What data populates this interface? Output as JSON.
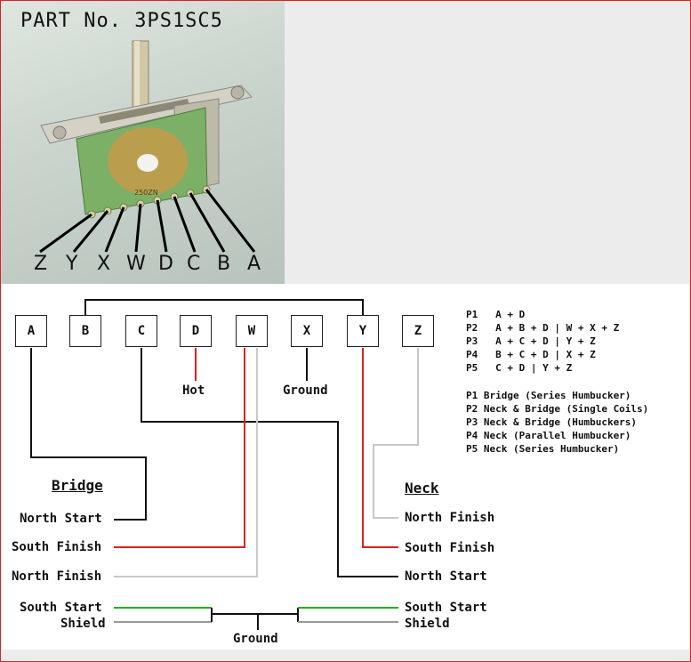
{
  "photo": {
    "part_number": "PART No. 3PS1SC5",
    "switch_stamp": "250ZN",
    "pin_letters": [
      "Z",
      "Y",
      "X",
      "W",
      "D",
      "C",
      "B",
      "A"
    ]
  },
  "terminals": [
    "A",
    "B",
    "C",
    "D",
    "W",
    "X",
    "Y",
    "Z"
  ],
  "connections": {
    "hot": "Hot",
    "ground_x": "Ground",
    "ground_bottom": "Ground"
  },
  "bridge": {
    "title": "Bridge",
    "labels": [
      "North Start",
      "South Finish",
      "North Finish",
      "South Start",
      "Shield"
    ]
  },
  "neck": {
    "title": "Neck",
    "labels": [
      "North Finish",
      "South Finish",
      "North Start",
      "South Start",
      "Shield"
    ]
  },
  "positions": [
    "P1   A + D",
    "P2   A + B + D | W + X + Z",
    "P3   A + C + D | Y + Z",
    "P4   B + C + D | X + Z",
    "P5   C + D | Y + Z"
  ],
  "descriptions": [
    "P1 Bridge (Series Humbucker)",
    "P2 Neck & Bridge (Single Coils)",
    "P3 Neck & Bridge (Humbuckers)",
    "P4 Neck (Parallel Humbucker)",
    "P5 Neck (Series Humbucker)"
  ],
  "colors": {
    "frame": "#e02020",
    "red_wire": "#e02020",
    "green_wire": "#22b022",
    "white_wire": "#c8c8c8",
    "black_wire": "#111111",
    "pcb": "#6fa85a",
    "metal": "#c9c6b8"
  }
}
